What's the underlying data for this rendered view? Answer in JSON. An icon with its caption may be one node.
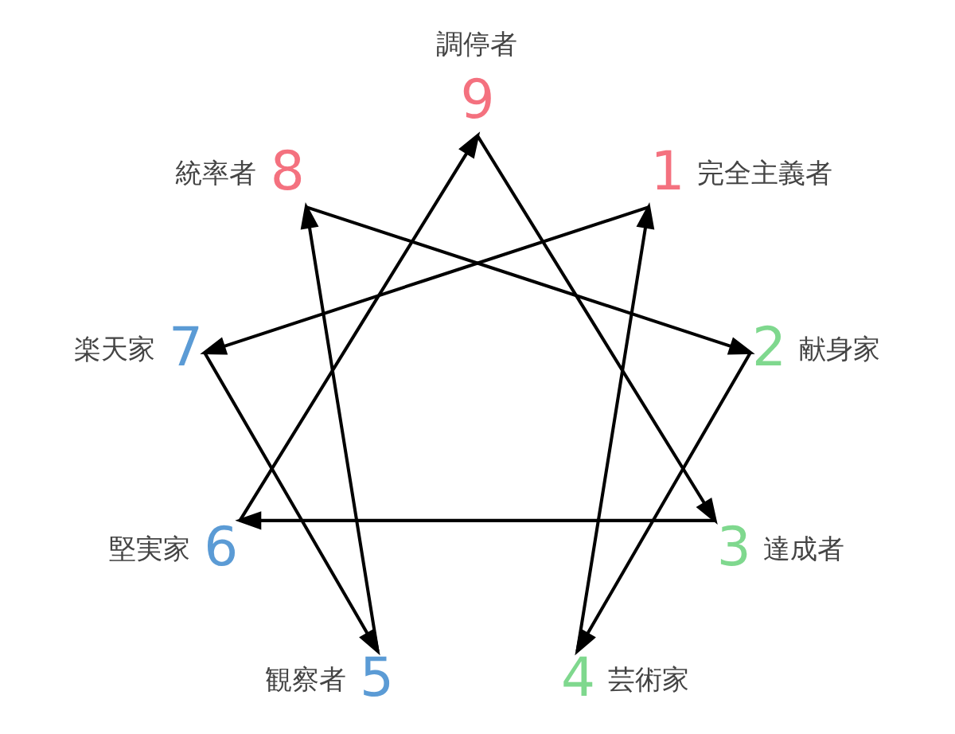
{
  "diagram": {
    "nodes": [
      {
        "text": [
          "9"
        ],
        "beside": [
          "調停者"
        ]
      },
      {
        "text": [
          "8"
        ],
        "beside": [
          "統率者"
        ]
      },
      {
        "text": [
          "1"
        ],
        "beside": [
          "完全主義者"
        ]
      },
      {
        "text": [
          "7"
        ],
        "beside": [
          "楽天家"
        ]
      },
      {
        "text": [
          "2"
        ],
        "beside": [
          "献身家"
        ]
      },
      {
        "text": [
          "6"
        ],
        "beside": [
          "堅実家"
        ]
      },
      {
        "text": [
          "3"
        ],
        "beside": [
          "達成者"
        ]
      },
      {
        "text": [
          "5"
        ],
        "beside": [
          "観察者"
        ]
      },
      {
        "text": [
          "4"
        ],
        "beside": [
          "芸術家"
        ]
      }
    ],
    "edges": [
      {
        "from": 5,
        "to": 0,
        "arrow": "to"
      },
      {
        "from": 0,
        "to": 6,
        "arrow": "to"
      },
      {
        "from": 6,
        "to": 5,
        "arrow": "to"
      },
      {
        "from": 1,
        "to": 4,
        "arrow": "to"
      },
      {
        "from": 4,
        "to": 8,
        "arrow": "to"
      },
      {
        "from": 8,
        "to": 2,
        "arrow": "to"
      },
      {
        "from": 2,
        "to": 3,
        "arrow": "to"
      },
      {
        "from": 3,
        "to": 7,
        "arrow": "to"
      },
      {
        "from": 7,
        "to": 1,
        "arrow": "to"
      }
    ]
  }
}
